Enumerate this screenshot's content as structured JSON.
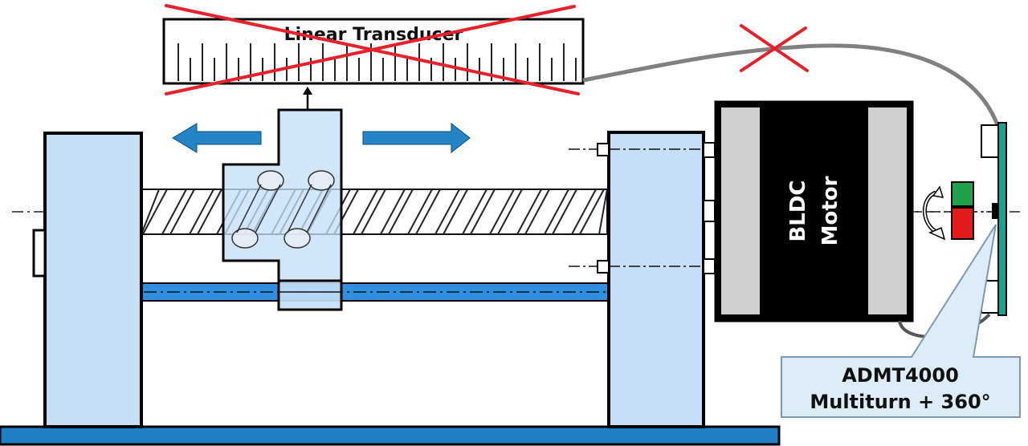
{
  "transducer": {
    "label": "Linear Transducer"
  },
  "motor": {
    "line1": "BLDC",
    "line2": "Motor"
  },
  "sensor_callout": {
    "line1": "ADMT4000",
    "line2": "Multiturn + 360°"
  },
  "colors": {
    "support_fill": "#c5dff7",
    "guide_rail": "#2f8fe0",
    "base": "#1f7fc7",
    "arrow": "#2384c6",
    "cross": "#e8202a",
    "motor_body": "#000000",
    "motor_end": "#cfcfcf",
    "magnet_north": "#1ea24b",
    "magnet_south": "#e21b1b",
    "pcb": "#1aa196",
    "callout_fill": "#dcedf8",
    "cable": "#808080"
  }
}
